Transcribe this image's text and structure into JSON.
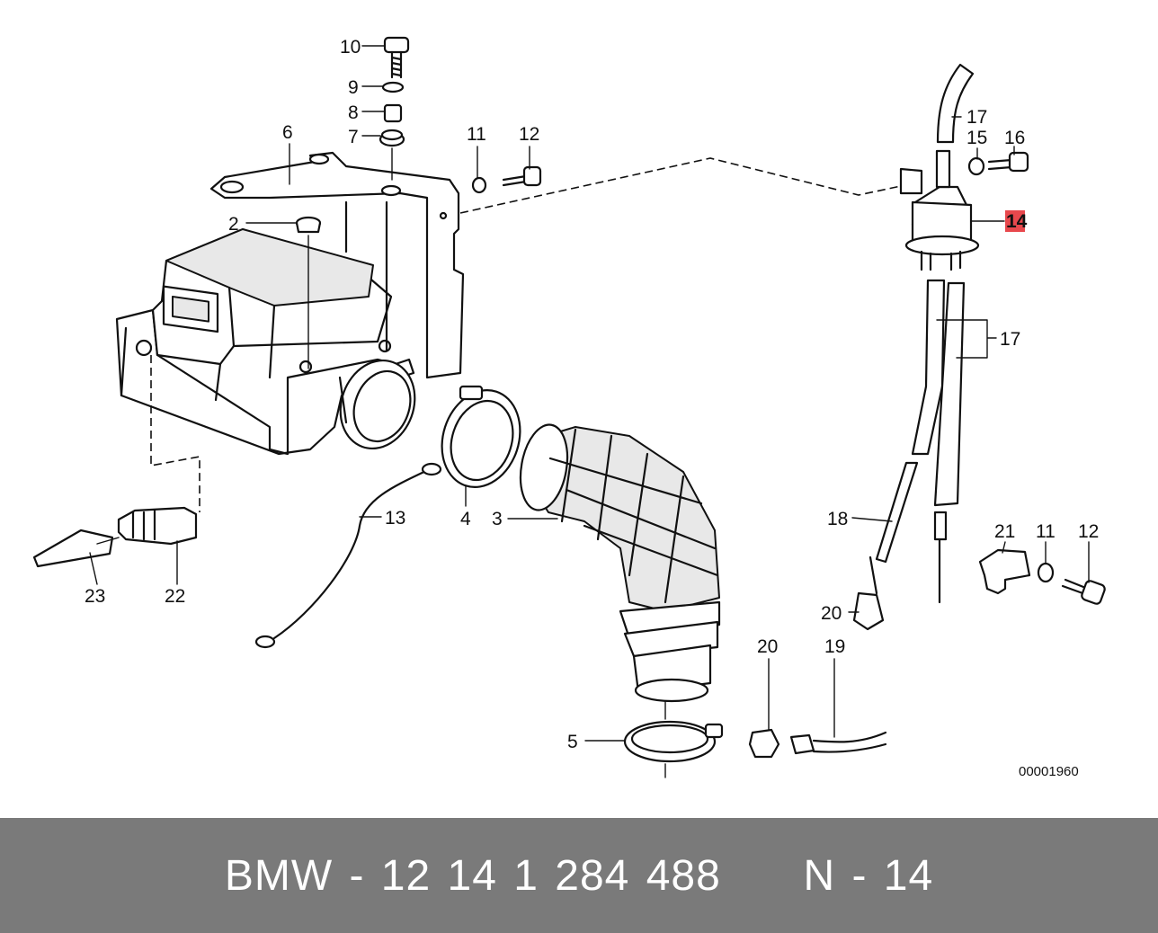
{
  "diagram": {
    "doc_number": "00001960",
    "highlight_color": "#e8484d",
    "labels": {
      "p2": "2",
      "p3": "3",
      "p4": "4",
      "p5": "5",
      "p6": "6",
      "p7": "7",
      "p8": "8",
      "p9": "9",
      "p10": "10",
      "p11a": "11",
      "p12a": "12",
      "p13": "13",
      "p14": "14",
      "p15": "15",
      "p16": "16",
      "p17a": "17",
      "p17b": "17",
      "p18": "18",
      "p19": "19",
      "p20a": "20",
      "p20b": "20",
      "p21": "21",
      "p11b": "11",
      "p12b": "12",
      "p22": "22",
      "p23": "23"
    }
  },
  "footer": {
    "text": "BMW - 12 14 1 284 488     N - 14",
    "background": "#7a7a7a"
  }
}
